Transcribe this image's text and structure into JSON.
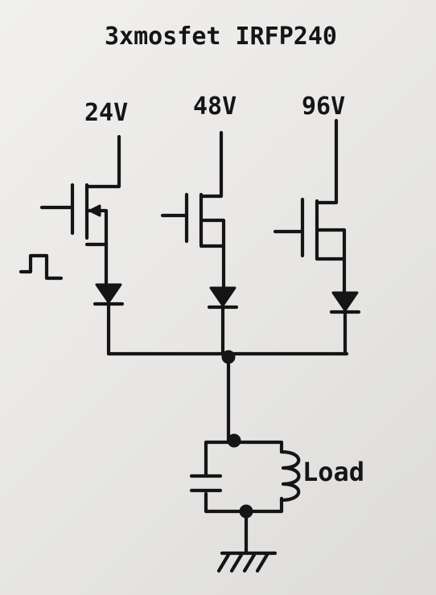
{
  "title": "3xmosfet IRFP240",
  "voltages": {
    "v1": "24V",
    "v2": "48V",
    "v3": "96V"
  },
  "load_label": "Load",
  "ink_color": "#151515",
  "paper_color": "#ecebe9"
}
